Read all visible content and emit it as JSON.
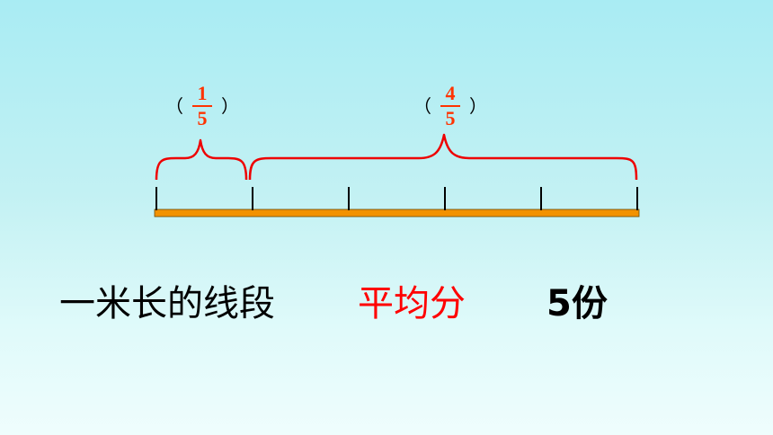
{
  "diagram": {
    "total_parts": 5,
    "left_fraction": {
      "numerator": "1",
      "denominator": "5",
      "open_paren": "（",
      "close_paren": "）"
    },
    "right_fraction": {
      "numerator": "4",
      "denominator": "5",
      "open_paren": "（",
      "close_paren": "）"
    },
    "bar_color": "#f39200",
    "brace_color": "#ee0000",
    "fraction_color": "#ff3300"
  },
  "caption": {
    "segment_text": "一米长的线段",
    "action_text": "平均分",
    "count_text": "5份"
  }
}
